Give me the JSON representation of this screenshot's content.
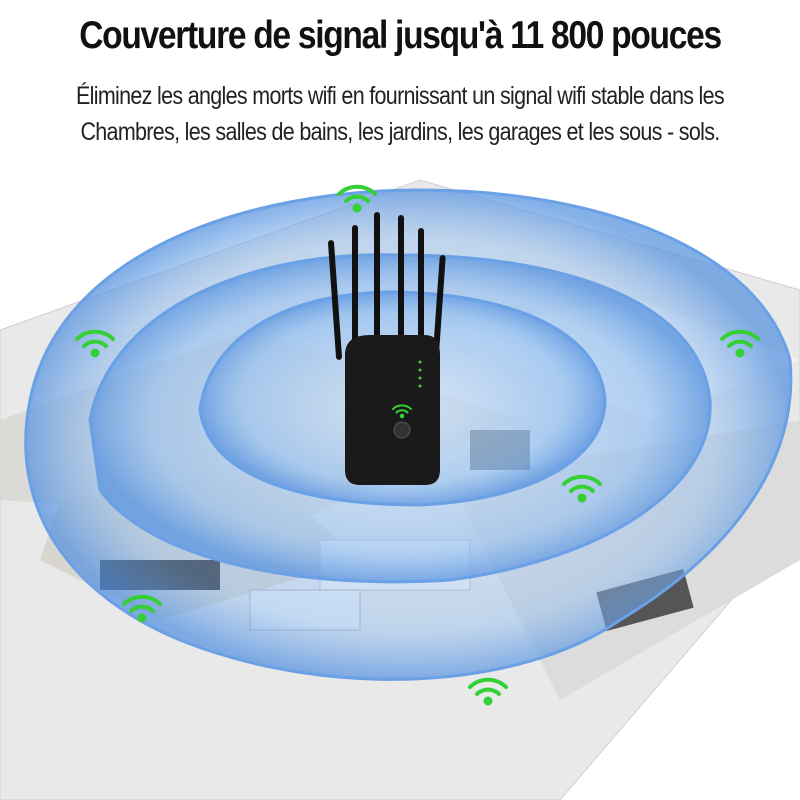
{
  "headline": "Couverture de signal jusqu'à 11 800 pouces",
  "description": {
    "line1": "Éliminez les angles morts wifi en fournissant un signal wifi stable dans les",
    "line2": "Chambres, les salles de bains, les jardins, les garages et les sous - sols."
  },
  "colors": {
    "signal_blue": "#7fb3ea",
    "wifi_green": "#3ad13a",
    "router": "#1a1a1a"
  },
  "icons": [
    "wifi-icon",
    "router-icon"
  ]
}
